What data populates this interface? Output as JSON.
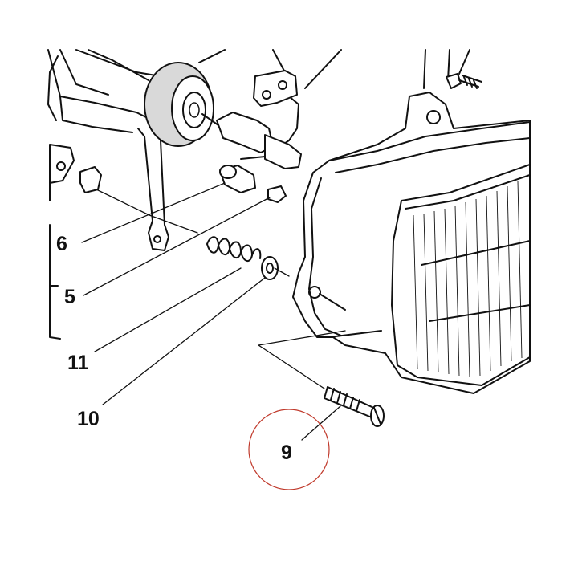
{
  "callouts": [
    {
      "id": "6",
      "label": "6"
    },
    {
      "id": "5",
      "label": "5"
    },
    {
      "id": "11",
      "label": "11"
    },
    {
      "id": "10",
      "label": "10"
    },
    {
      "id": "9",
      "label": "9"
    }
  ],
  "highlight": {
    "target": "9",
    "color": "#c0392b"
  },
  "colors": {
    "ink": "#111111",
    "background": "#ffffff"
  },
  "icons": {
    "parts": [
      "bulb",
      "bulb-holder",
      "adjuster-wheel",
      "headlamp-unit",
      "screw",
      "spring",
      "washer",
      "clip",
      "nut"
    ]
  }
}
